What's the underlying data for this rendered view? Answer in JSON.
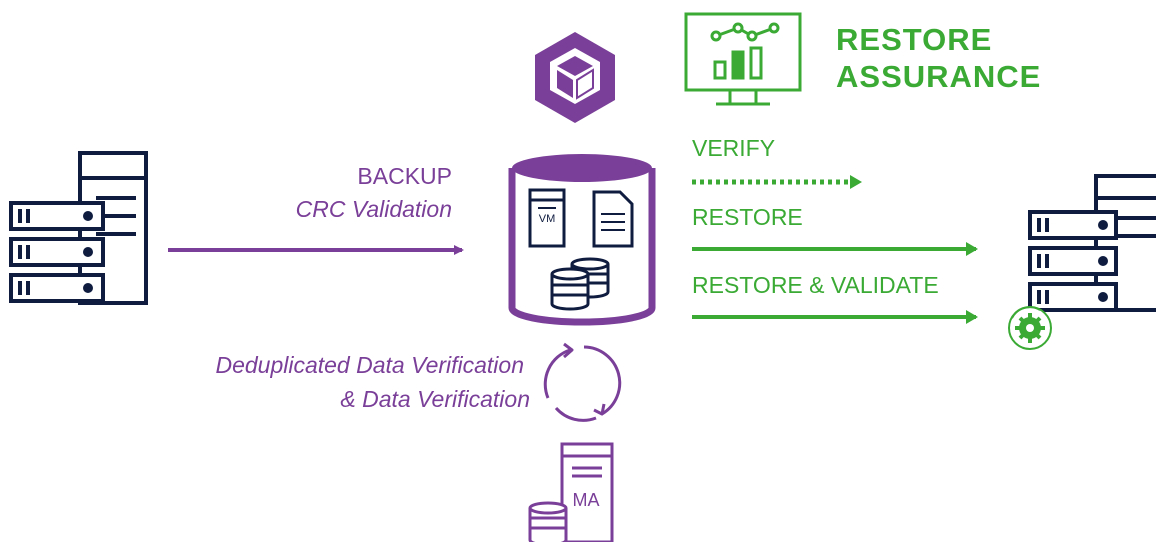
{
  "title": {
    "line1": "RESTORE",
    "line2": "ASSURANCE"
  },
  "labels": {
    "backup": "BACKUP",
    "crc": "CRC Validation",
    "verify": "VERIFY",
    "restore": "RESTORE",
    "restore_validate": "RESTORE & VALIDATE",
    "dedup_line1": "Deduplicated Data Verification",
    "dedup_line2": "& Data Verification"
  },
  "icons": {
    "vm_label": "VM",
    "ma_label": "MA"
  },
  "colors": {
    "navy": "#0f1c3f",
    "purple": "#7a3f98",
    "green": "#3aaa35"
  }
}
